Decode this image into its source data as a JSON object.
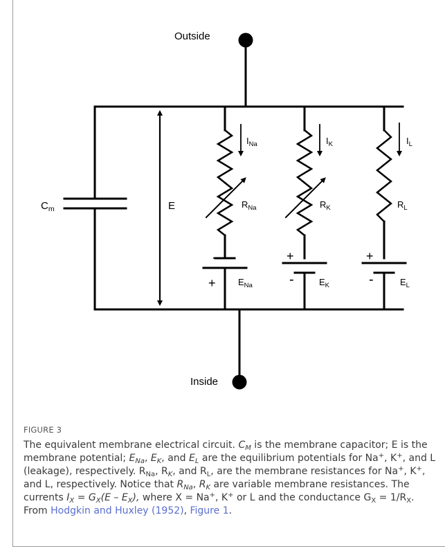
{
  "figure": {
    "labels": {
      "outside": "Outside",
      "inside": "Inside",
      "cm_main": "C",
      "cm_sub": "m",
      "e": "E",
      "i": "I",
      "na": "Na",
      "k": "K",
      "l": "L",
      "r": "R",
      "plus": "+",
      "minus": "-"
    }
  },
  "caption": {
    "figure_label": "FIGURE 3",
    "p1": "The equivalent membrane electrical circuit. ",
    "cm": "C",
    "cm_sub": "M",
    "p2": " is the membrane capacitor; E is the membrane potential; ",
    "e": "E",
    "na": "Na",
    "k": "K",
    "l": "L",
    "sep1": ", ",
    "sep_and": ", and ",
    "p3": " are the equilibrium potentials for Na",
    "plus": "+",
    "comma_k": ", K",
    "p4": ", and L (leakage), respectively. R",
    "p5": ", and R",
    "p6": ", are the membrane resistances for Na",
    "p7": ", and L, respectively. Notice that ",
    "r": "R",
    "p8": " are variable membrane resistances. The currents ",
    "i": "I",
    "x": "X",
    "eq": " = ",
    "g": "G",
    "paren": "(E – E",
    "close": "),",
    "p9": " where X = Na",
    "p10": " or L and the conductance G",
    "p11": " = 1/R",
    "p12": ". From ",
    "link1": "Hodgkin and Huxley (1952)",
    "p13": ", ",
    "link2": "Figure 1",
    "end": "."
  }
}
